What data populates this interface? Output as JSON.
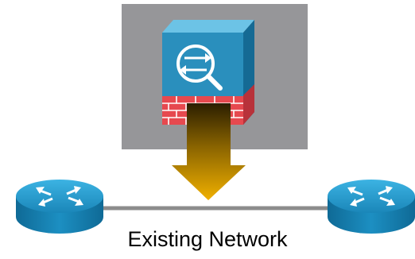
{
  "diagram": {
    "caption": "Existing Network",
    "nodes": [
      {
        "id": "security-appliance",
        "icon": "firewall-ips-appliance-icon"
      },
      {
        "id": "router-left",
        "icon": "router-icon"
      },
      {
        "id": "router-right",
        "icon": "router-icon"
      }
    ],
    "links": [
      {
        "from": "router-left",
        "to": "router-right",
        "style": "solid"
      }
    ],
    "colors": {
      "background_panel": "#969699",
      "appliance_blue": "#2a8fbd",
      "appliance_blue_dark": "#1b6f98",
      "brick_red": "#e6494f",
      "brick_mortar": "#ffffff",
      "arrow_dark": "#3a2a00",
      "arrow_gold": "#e2a400",
      "router_blue": "#1c8fc2",
      "link_gray": "#8c8c8c"
    }
  }
}
